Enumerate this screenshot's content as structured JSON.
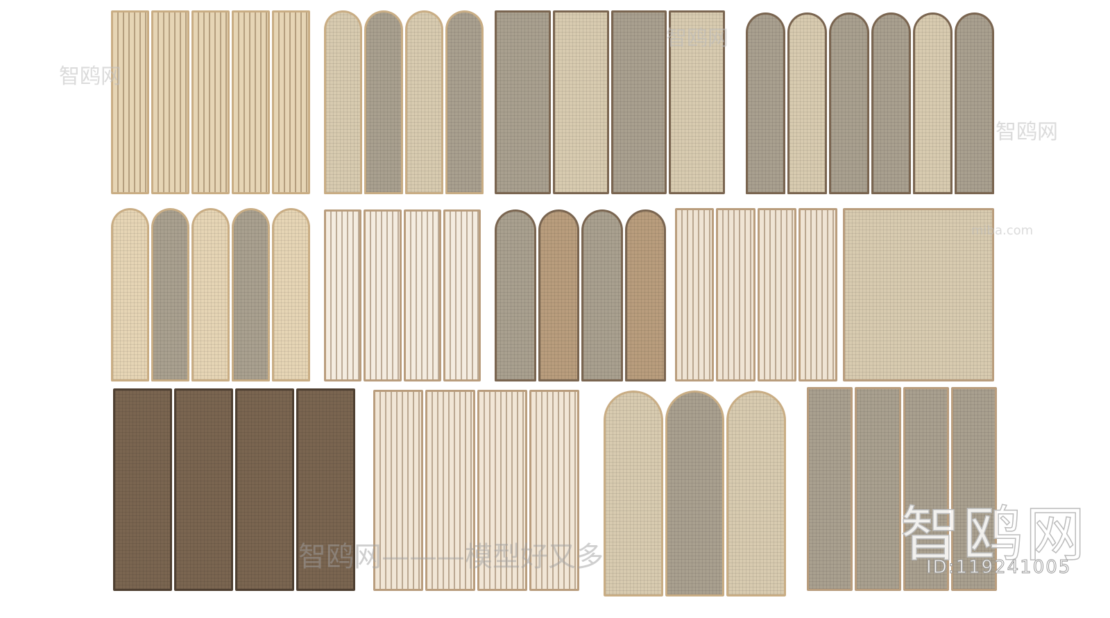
{
  "watermark": {
    "brand": "智鸥网",
    "slogan": "智鸥网———模型好又多",
    "site": "miba.com",
    "id_label": "ID:119241005"
  },
  "colors": {
    "light_rattan": "#e6d5b5",
    "frame_light": "#c9ad84",
    "gray_mesh": "#a9a08f",
    "beige_mesh": "#d8cbb0",
    "dark_wood": "#7a6550",
    "mid_wood": "#b99d7d"
  }
}
